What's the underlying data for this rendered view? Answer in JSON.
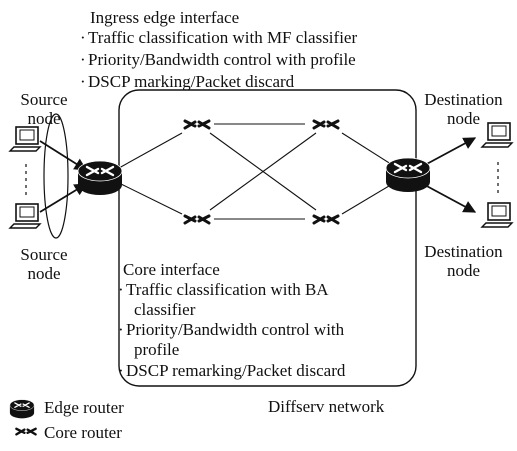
{
  "ingress": {
    "title": "Ingress edge interface",
    "items": [
      "Traffic classification with MF classifier",
      "Priority/Bandwidth control with profile",
      "DSCP marking/Packet discard"
    ]
  },
  "core": {
    "title": "Core interface",
    "items": [
      "Traffic classification with BA",
      "classifier",
      "Priority/Bandwidth control with",
      "profile",
      "DSCP remarking/Packet discard"
    ]
  },
  "source_top": [
    "Source",
    "node"
  ],
  "source_bottom": [
    "Source",
    "node"
  ],
  "dest_top": [
    "Destination",
    "node"
  ],
  "dest_bottom": [
    "Destination",
    "node"
  ],
  "network_label": "Diffserv network",
  "legend": {
    "edge_router": "Edge router",
    "core_router": "Core router"
  }
}
